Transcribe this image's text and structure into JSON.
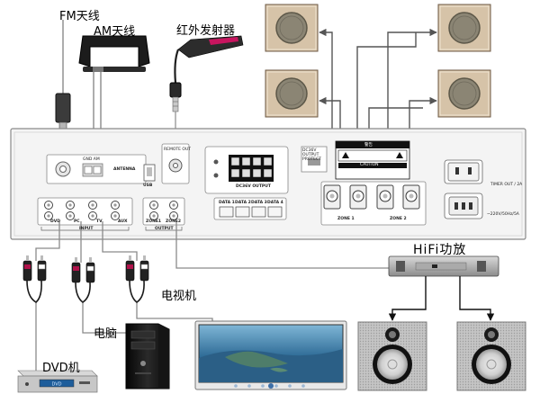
{
  "labels": {
    "fm_antenna": "FM天线",
    "am_antenna": "AM天线",
    "ir_emitter": "红外发射器",
    "tv": "电视机",
    "computer": "电脑",
    "dvd": "DVD机",
    "hifi_amp": "HiFi功放"
  },
  "panel": {
    "antenna": "ANTENNA",
    "gnd_am": "GND  AM",
    "usb": "USB",
    "remote_out": "REMOTE OUT",
    "dc36v_output": "DC36V OUTPUT",
    "dc36v_protect": "DC36V OUTPUT PROTECT",
    "data_ports": [
      "DATA 1",
      "DATA 2",
      "DATA 3",
      "DATA 4"
    ],
    "zone1": "ZONE 1",
    "zone2": "ZONE 2",
    "warning": "警告",
    "caution": "CAUTION",
    "timer_out": "TIMER OUT / 2A",
    "mains": "~220V/50Hz/5A",
    "input": "INPUT",
    "output": "OUTPUT",
    "inputs": [
      "DVD",
      "PC",
      "TV",
      "AUX"
    ],
    "outputs": [
      "ZONE1",
      "ZONE2"
    ]
  },
  "dvd_display": "DVD",
  "colors": {
    "line": "#8a8a8a",
    "cable_black": "#1a1a1a",
    "speaker_cabinet": "#d4bfa5",
    "speaker_cone": "#8a8473",
    "ir_red": "#c8155f"
  }
}
